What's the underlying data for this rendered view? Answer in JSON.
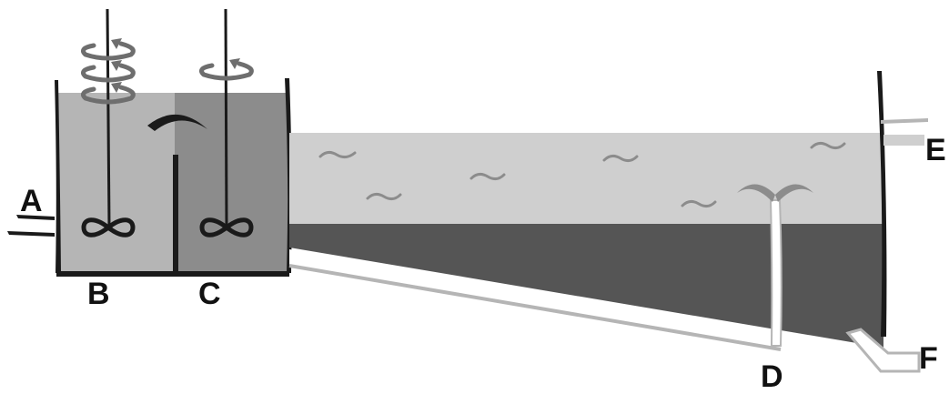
{
  "labels": {
    "a": "A",
    "b": "B",
    "c": "C",
    "d": "D",
    "e": "E",
    "f": "F"
  },
  "colors": {
    "tank_b_liquid": "#b5b5b5",
    "tank_c_liquid": "#8c8c8c",
    "clear_water": "#cfcfcf",
    "sludge": "#555555",
    "outline": "#1a1a1a",
    "arrow_gray": "#6e6e6e"
  }
}
